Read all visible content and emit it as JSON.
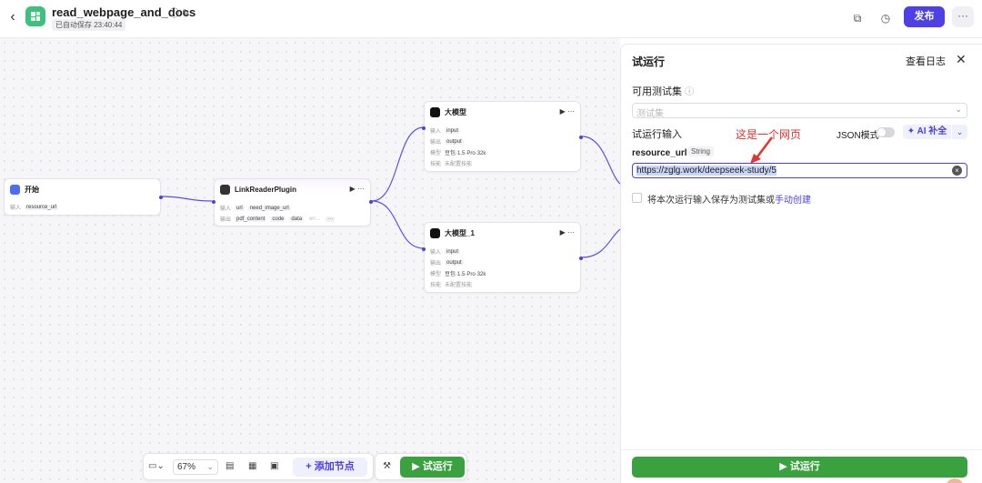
{
  "app": {
    "title": "read_webpage_and_docs",
    "autosave": "已自动保存 23:40:44",
    "publish_label": "发布",
    "more_label": "···"
  },
  "nodes": {
    "start": {
      "title": "开始",
      "input_label": "输入",
      "input": "resource_url"
    },
    "plugin": {
      "title": "LinkReaderPlugin",
      "input_label": "输入",
      "inputs": [
        "url",
        "need_image_url"
      ],
      "output_label": "输出",
      "outputs": [
        "pdf_content",
        "code",
        "data",
        "err..."
      ],
      "more": "···"
    },
    "llm1": {
      "title": "大模型",
      "input_label": "输入",
      "input": "input",
      "output_label": "输出",
      "output": "output",
      "model_label": "模型",
      "model": "豆包·1.5·Pro·32k",
      "skill_label": "技能",
      "skill": "未配置技能"
    },
    "llm2": {
      "title": "大模型_1",
      "input_label": "输入",
      "input": "input",
      "output_label": "输出",
      "output": "output",
      "model_label": "模型",
      "model": "豆包·1.5·Pro·32k",
      "skill_label": "技能",
      "skill": "未配置技能"
    }
  },
  "toolbar": {
    "zoom": "67%",
    "add_node": "+ 添加节点",
    "run": "▶ 试运行"
  },
  "panel": {
    "title": "试运行",
    "log_label": "查看日志",
    "testset_label": "可用测试集",
    "testset_placeholder": "测试集",
    "run_input_label": "试运行输入",
    "json_mode": "JSON模式",
    "ai_fill": "✦ AI 补全",
    "field_name": "resource_url",
    "field_type": "String",
    "field_value": "https://zglg.work/deepseek-study/5",
    "save_text": "将本次运行输入保存为测试集或",
    "save_link": "手动创建",
    "annotation": "这是一个网页",
    "run_button": "▶ 试运行"
  },
  "colors": {
    "accent": "#4e40e5",
    "run_green": "#3aa13f",
    "annotation_red": "#e3342f"
  }
}
